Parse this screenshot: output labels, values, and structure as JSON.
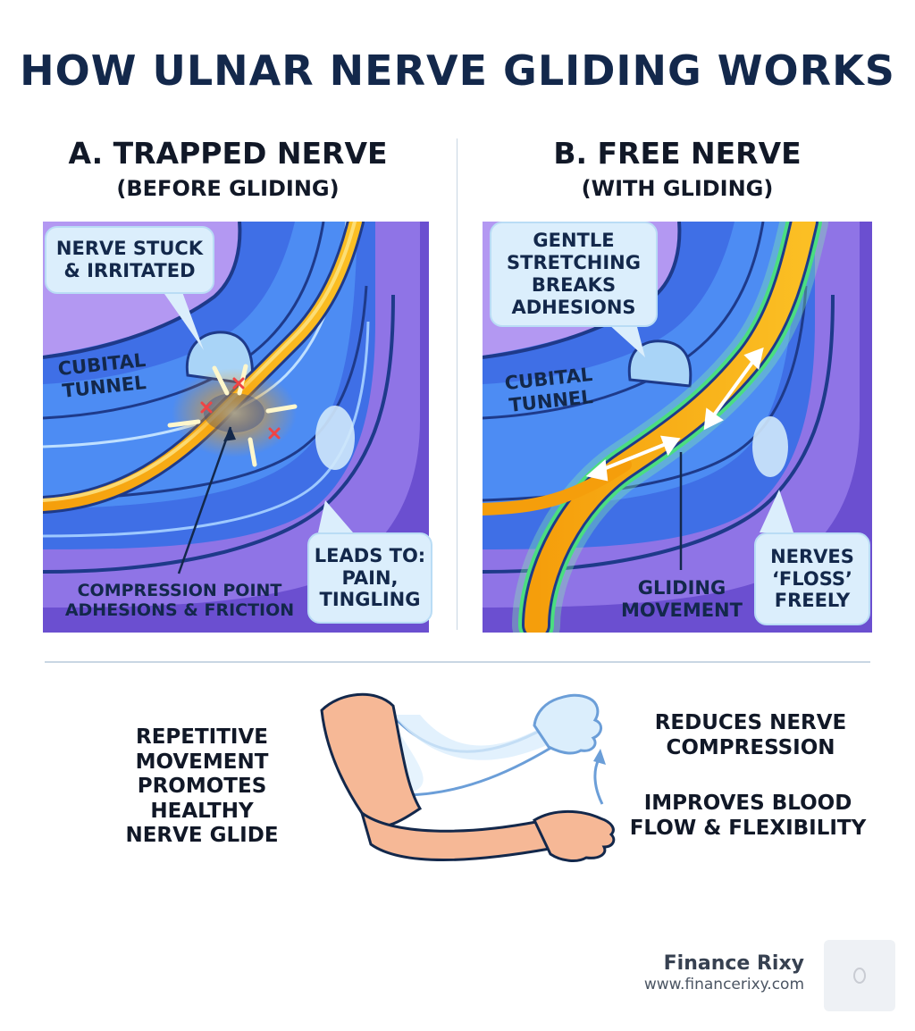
{
  "title": "HOW ULNAR NERVE GLIDING WORKS",
  "panel_a": {
    "title": "A. TRAPPED NERVE",
    "subtitle": "(BEFORE GLIDING)",
    "bubble_stuck": "NERVE STUCK\n& IRRITATED",
    "tunnel_label": "CUBITAL\nTUNNEL",
    "compression_label": "COMPRESSION POINT\nADHESIONS & FRICTION",
    "bubble_leads": "LEADS TO:\nPAIN,\nTINGLING"
  },
  "panel_b": {
    "title": "B. FREE NERVE",
    "subtitle": "(WITH GLIDING)",
    "bubble_stretch": "GENTLE\nSTRETCHING\nBREAKS\nADHESIONS",
    "tunnel_label": "CUBITAL\nTUNNEL",
    "gliding_label": "GLIDING\nMOVEMENT",
    "bubble_floss": "NERVES\n‘FLOSS’\nFREELY"
  },
  "bottom": {
    "left_text": "REPETITIVE\nMOVEMENT\nPROMOTES HEALTHY\nNERVE GLIDE",
    "right_text_1": "REDUCES NERVE\nCOMPRESSION",
    "right_text_2": "IMPROVES BLOOD\nFLOW & FLEXIBILITY"
  },
  "brand": {
    "name": "Finance Rixy",
    "url": "www.financerixy.com"
  },
  "colors": {
    "navy": "#13284b",
    "nerve_orange": "#f59e0b",
    "glow_green": "#4ade80",
    "tissue_purple": "#8b6fe0",
    "tissue_blue": "#3b82f6",
    "bubble_fill": "#dbeefc",
    "skin": "#f6b896"
  },
  "icons": {
    "compression_marks": "red-x-icon",
    "force_arrows": "inward-arrow-icon",
    "glide_arrows": "double-arrow-icon",
    "lift_arrow": "curved-up-arrow-icon",
    "arm": "arm-illustration"
  }
}
